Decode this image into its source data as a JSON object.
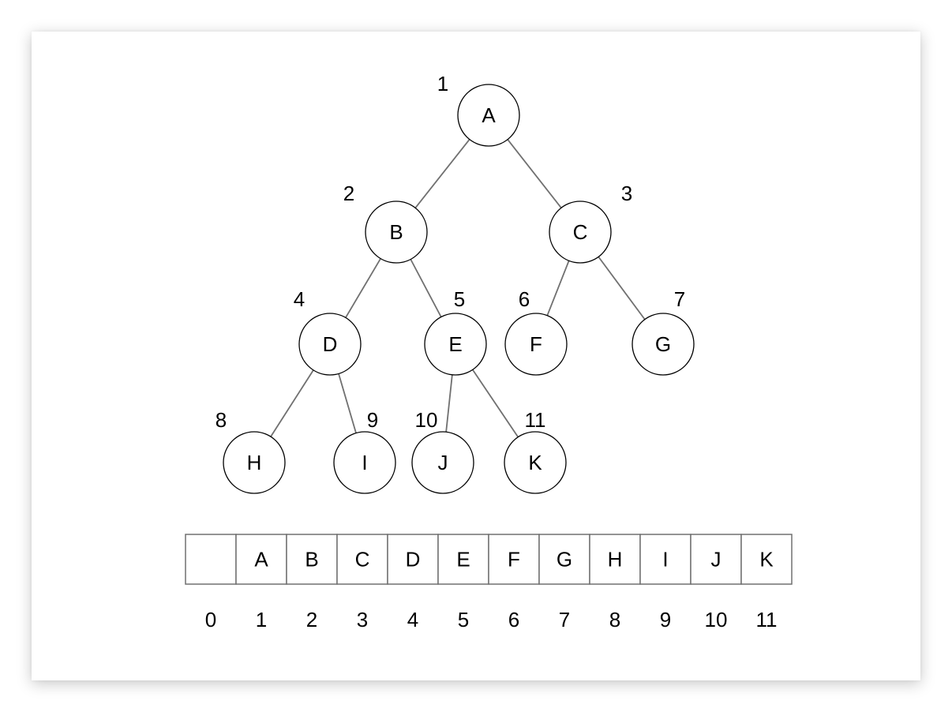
{
  "tree": {
    "nodes": [
      {
        "id": "A",
        "label": "A",
        "index": "1"
      },
      {
        "id": "B",
        "label": "B",
        "index": "2"
      },
      {
        "id": "C",
        "label": "C",
        "index": "3"
      },
      {
        "id": "D",
        "label": "D",
        "index": "4"
      },
      {
        "id": "E",
        "label": "E",
        "index": "5"
      },
      {
        "id": "F",
        "label": "F",
        "index": "6"
      },
      {
        "id": "G",
        "label": "G",
        "index": "7"
      },
      {
        "id": "H",
        "label": "H",
        "index": "8"
      },
      {
        "id": "I",
        "label": "I",
        "index": "9"
      },
      {
        "id": "J",
        "label": "J",
        "index": "10"
      },
      {
        "id": "K",
        "label": "K",
        "index": "11"
      }
    ],
    "edges": [
      [
        "A",
        "B"
      ],
      [
        "A",
        "C"
      ],
      [
        "B",
        "D"
      ],
      [
        "B",
        "E"
      ],
      [
        "C",
        "F"
      ],
      [
        "C",
        "G"
      ],
      [
        "D",
        "H"
      ],
      [
        "D",
        "I"
      ],
      [
        "E",
        "J"
      ],
      [
        "E",
        "K"
      ]
    ]
  },
  "array": {
    "cells": [
      "",
      "A",
      "B",
      "C",
      "D",
      "E",
      "F",
      "G",
      "H",
      "I",
      "J",
      "K"
    ],
    "indices": [
      "0",
      "1",
      "2",
      "3",
      "4",
      "5",
      "6",
      "7",
      "8",
      "9",
      "10",
      "11"
    ]
  },
  "colors": {
    "edge": "#707070",
    "node_stroke": "#000000",
    "cell_stroke": "#707070",
    "shadow": "rgba(0,0,0,0.22)"
  }
}
